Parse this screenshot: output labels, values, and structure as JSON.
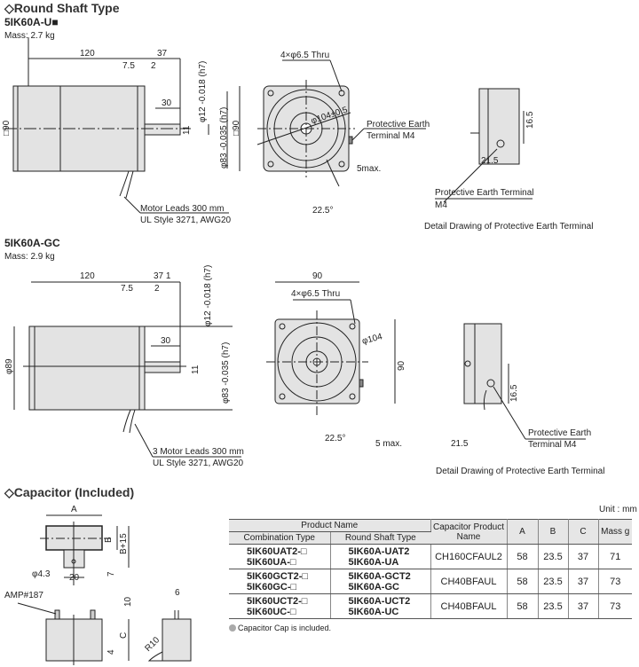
{
  "round_shaft": {
    "title": "◇Round Shaft Type",
    "model": "5IK60A-U■",
    "mass": "Mass: 2.7 kg",
    "dims": {
      "d120": "120",
      "d37": "37",
      "d75": "7.5",
      "d2": "2",
      "d30": "30",
      "sq90a": "□90",
      "sq90b": "□90",
      "d11": "11",
      "phi12": "φ12 -0.018 (h7)",
      "phi83": "φ83 -0.035 (h7)",
      "holes": "4×φ6.5 Thru",
      "phi104": "φ104±0.5",
      "max5": "5max.",
      "ang": "22.5°",
      "d165": "16.5",
      "d215": "21.5"
    },
    "leads1": "Motor Leads 300 mm",
    "leads2": "UL Style 3271, AWG20",
    "pe1": "Protective Earth",
    "pe2": "Terminal M4",
    "pe_detail1": "Protective Earth Terminal",
    "pe_detail2": "M4",
    "detail_caption": "Detail Drawing of Protective Earth Terminal"
  },
  "gear": {
    "model": "5IK60A-GC",
    "mass": "Mass: 2.9 kg",
    "dims": {
      "d120": "120",
      "d37": "37  1",
      "d75": "7.5",
      "d2": "2",
      "d30": "30",
      "phi89": "φ89",
      "d11": "11",
      "phi12": "φ12 -0.018 (h7)",
      "phi83": "φ83 -0.035 (h7)",
      "d90": "90",
      "d90v": "90",
      "holes": "4×φ6.5 Thru",
      "phi104": "φ104",
      "max5": "5 max.",
      "ang": "22.5°",
      "d165": "16.5",
      "d215": "21.5"
    },
    "leads1": "3 Motor Leads 300 mm",
    "leads2": "UL Style 3271, AWG20",
    "pe1": "Protective Earth",
    "pe2": "Terminal M4",
    "detail_caption": "Detail Drawing of Protective Earth Terminal"
  },
  "capacitor": {
    "title": "◇Capacitor (Included)",
    "dims": {
      "a": "A",
      "b": "B",
      "b15": "B+15",
      "phi43": "φ4.3",
      "d20": "20",
      "d7": "7",
      "amp": "AMP#187",
      "d10": "10",
      "c": "C",
      "d4": "4",
      "d6": "6",
      "r10": "R10"
    },
    "unit": "Unit : mm",
    "note": "Capacitor Cap is included.",
    "table": {
      "headers": {
        "product_name": "Product Name",
        "combination": "Combination Type",
        "round_shaft": "Round Shaft Type",
        "capacitor": "Capacitor Product Name",
        "a": "A",
        "b": "B",
        "c": "C",
        "mass": "Mass g"
      },
      "rows": [
        {
          "comb1": "5IK60UAT2-□",
          "comb2": "5IK60UA-□",
          "rs1": "5IK60A-UAT2",
          "rs2": "5IK60A-UA",
          "cap": "CH160CFAUL2",
          "a": "58",
          "b": "23.5",
          "c": "37",
          "mass": "71"
        },
        {
          "comb1": "5IK60GCT2-□",
          "comb2": "5IK60GC-□",
          "rs1": "5IK60A-GCT2",
          "rs2": "5IK60A-GC",
          "cap": "CH40BFAUL",
          "a": "58",
          "b": "23.5",
          "c": "37",
          "mass": "73"
        },
        {
          "comb1": "5IK60UCT2-□",
          "comb2": "5IK60UC-□",
          "rs1": "5IK60A-UCT2",
          "rs2": "5IK60A-UC",
          "cap": "CH40BFAUL",
          "a": "58",
          "b": "23.5",
          "c": "37",
          "mass": "73"
        }
      ]
    }
  }
}
